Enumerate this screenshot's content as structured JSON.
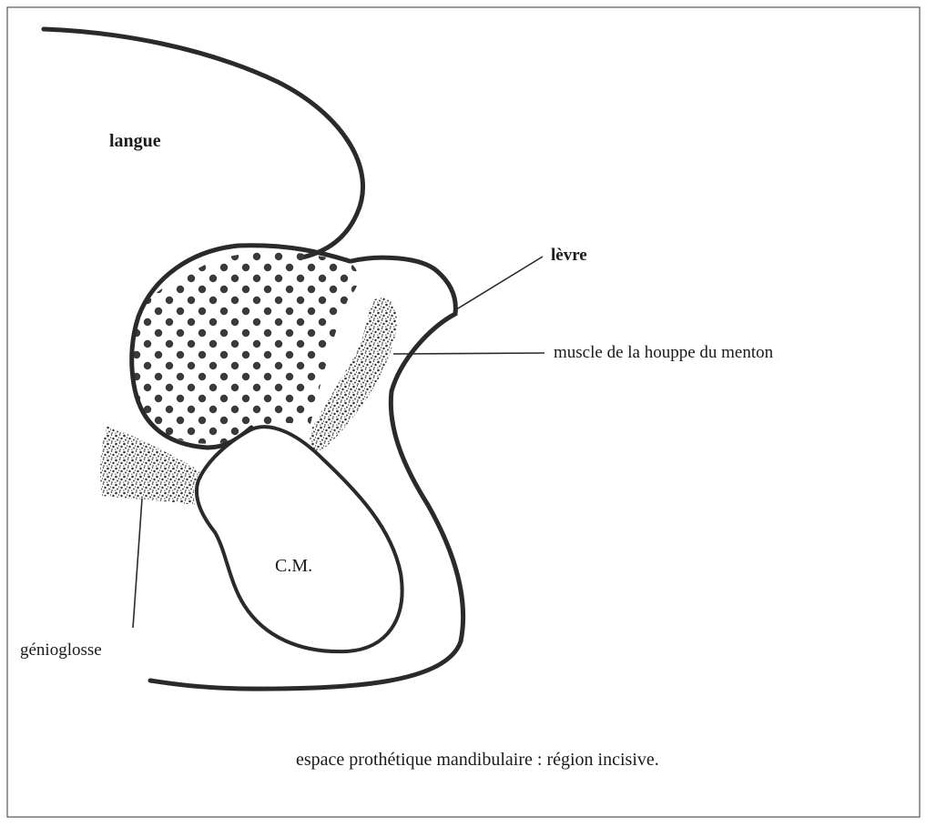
{
  "labels": {
    "langue": "langue",
    "levre": "lèvre",
    "muscle": "muscle de la houppe du menton",
    "cm": "C.M.",
    "genioglosse": "génioglosse"
  },
  "caption": "espace prothétique mandibulaire : région incisive.",
  "colors": {
    "stroke": "#2a2a2a",
    "fill": "#ffffff",
    "frame": "#555555"
  }
}
